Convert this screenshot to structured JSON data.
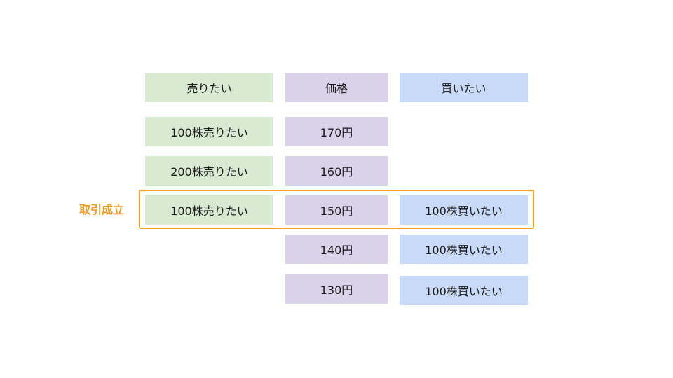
{
  "headers": {
    "sell": "売りたい",
    "price": "価格",
    "buy": "買いたい"
  },
  "rows": [
    {
      "sell": "100株売りたい",
      "price": "170円",
      "buy": ""
    },
    {
      "sell": "200株売りたい",
      "price": "160円",
      "buy": ""
    },
    {
      "sell": "100株売りたい",
      "price": "150円",
      "buy": "100株買いたい"
    },
    {
      "sell": "",
      "price": "140円",
      "buy": "100株買いたい"
    },
    {
      "sell": "",
      "price": "130円",
      "buy": "100株買いたい"
    }
  ],
  "match": {
    "label": "取引成立",
    "row_index": 2,
    "color": "#f4a224"
  },
  "colors": {
    "sell": "#d9ead3",
    "price": "#d9d2e9",
    "buy": "#c9daf8"
  }
}
